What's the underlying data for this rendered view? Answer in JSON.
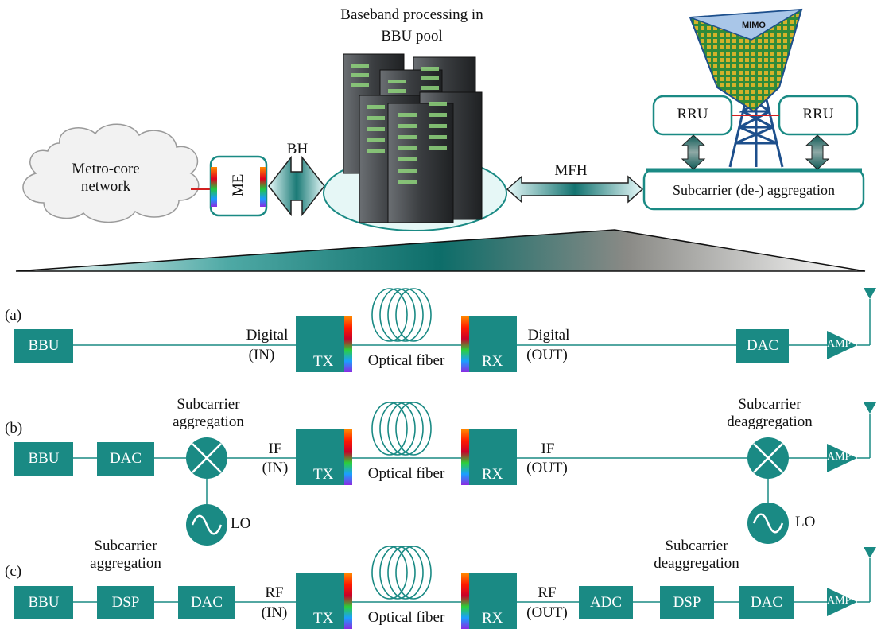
{
  "top": {
    "metro_label": "Metro-core network",
    "me_label": "ME",
    "bh_label": "BH",
    "bbu_pool_label": "Baseband processing in BBU pool",
    "mfh_label": "MFH",
    "rru_left": "RRU",
    "rru_right": "RRU",
    "mimo_label": "MIMO",
    "subcarrier_agg_label": "Subcarrier (de-) aggregation"
  },
  "rows": {
    "a": {
      "tag": "(a)",
      "bbu": "BBU",
      "in_label": "Digital",
      "in_sub": "(IN)",
      "tx": "TX",
      "fiber": "Optical fiber",
      "rx": "RX",
      "out_label": "Digital",
      "out_sub": "(OUT)",
      "dac": "DAC",
      "amp": "AMP"
    },
    "b": {
      "tag": "(b)",
      "bbu": "BBU",
      "dac": "DAC",
      "agg_label_1": "Subcarrier",
      "agg_label_2": "aggregation",
      "lo_left": "LO",
      "in_label": "IF",
      "in_sub": "(IN)",
      "tx": "TX",
      "fiber": "Optical fiber",
      "rx": "RX",
      "out_label": "IF",
      "out_sub": "(OUT)",
      "deagg_label_1": "Subcarrier",
      "deagg_label_2": "deaggregation",
      "lo_right": "LO",
      "amp": "AMP"
    },
    "c": {
      "tag": "(c)",
      "agg_label_1": "Subcarrier",
      "agg_label_2": "aggregation",
      "bbu": "BBU",
      "dsp1": "DSP",
      "dac1": "DAC",
      "in_label": "RF",
      "in_sub": "(IN)",
      "tx": "TX",
      "fiber": "Optical fiber",
      "rx": "RX",
      "out_label": "RF",
      "out_sub": "(OUT)",
      "deagg_label_1": "Subcarrier",
      "deagg_label_2": "deaggregation",
      "adc": "ADC",
      "dsp2": "DSP",
      "dac2": "DAC",
      "amp": "AMP"
    }
  },
  "colors": {
    "teal": "#1a8a84",
    "teal_dark": "#0f5f5b",
    "arrow_light": "#e6fbfb",
    "cloud_fill": "#f2f2f2",
    "link_red": "#d21f1f"
  }
}
